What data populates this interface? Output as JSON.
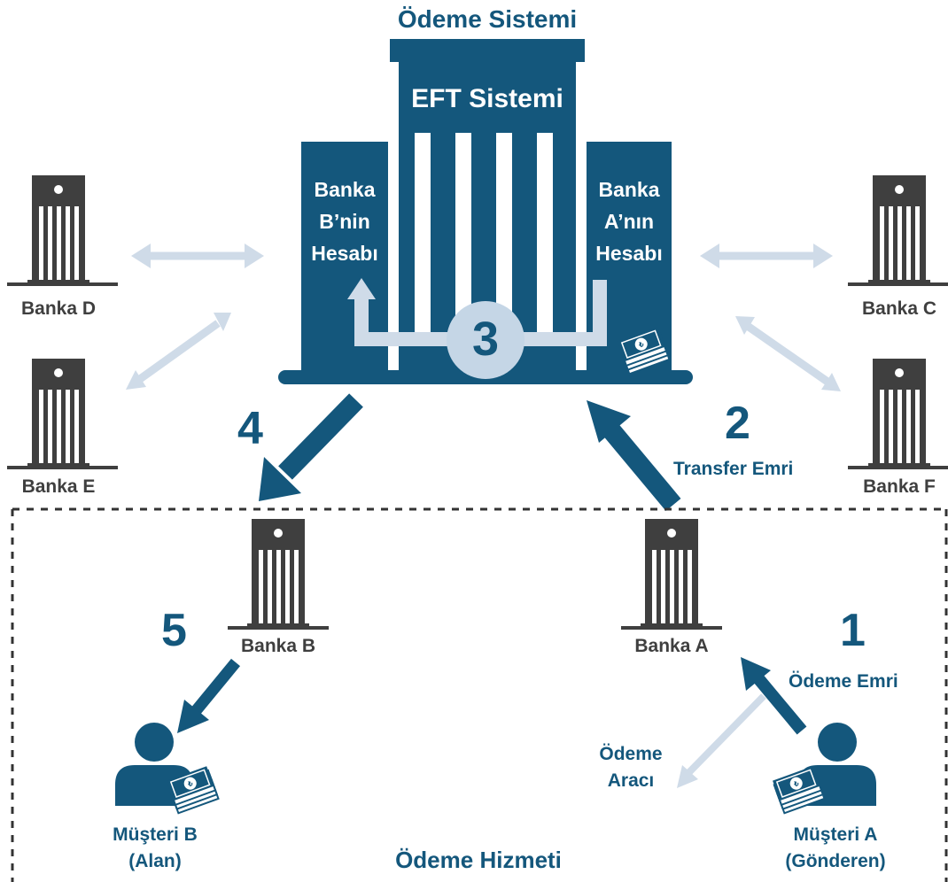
{
  "title": "Ödeme Sistemi",
  "eft": {
    "title": "EFT Sistemi",
    "left_account": [
      "Banka",
      "B’nin",
      "Hesabı"
    ],
    "right_account": [
      "Banka",
      "A’nın",
      "Hesabı"
    ],
    "step_3": "3"
  },
  "banks": {
    "d": "Banka D",
    "e": "Banka E",
    "c": "Banka C",
    "f": "Banka F",
    "b": "Banka B",
    "a": "Banka A"
  },
  "steps": {
    "s1": "1",
    "s1_label": "Ödeme Emri",
    "s2": "2",
    "s2_label": "Transfer Emri",
    "s4": "4",
    "s5": "5"
  },
  "payment_tool": [
    "Ödeme",
    "Aracı"
  ],
  "customers": {
    "b_name": "Müşteri B",
    "b_role": "(Alan)",
    "a_name": "Müşteri A",
    "a_role": "(Gönderen)"
  },
  "service_area_label": "Ödeme Hizmeti",
  "colors": {
    "primary_blue": "#14577c",
    "light_blue": "#cfdbe8",
    "bank_gray": "#3f3f3f",
    "circle_blue": "#c5d6e6"
  },
  "icons": [
    "bank-building-icon",
    "person-icon",
    "banknote-stack-icon",
    "double-arrow-icon",
    "arrow-icon"
  ]
}
